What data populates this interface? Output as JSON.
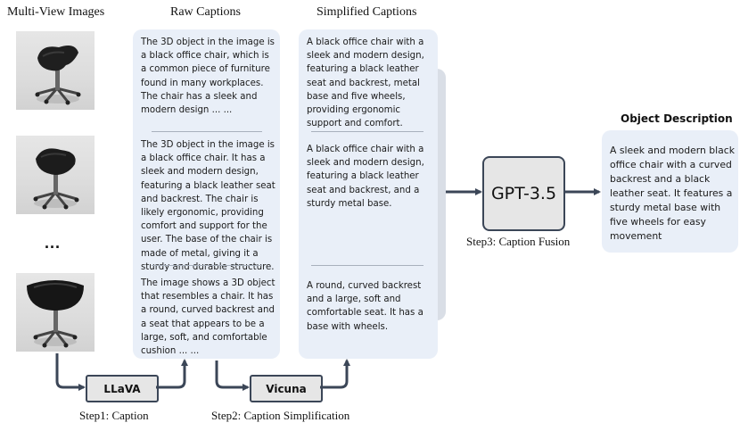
{
  "columns": {
    "images": "Multi-View Images",
    "raw": "Raw Captions",
    "simplified": "Simplified Captions"
  },
  "ellipsis": "...",
  "raw_captions": [
    "The 3D object in the image is a black office chair, which is a common piece of furniture found in many workplaces. The chair has a sleek and modern design ... ...",
    "The 3D object in the image is a black office chair. It has a sleek and modern design, featuring a black leather seat and backrest. The chair is likely ergonomic, providing comfort and support for the user. The base of the chair is made of metal, giving it a sturdy and durable structure.",
    "The image shows a 3D object that resembles a chair. It has a round, curved backrest and a seat that appears to be a large, soft, and comfortable cushion ... ..."
  ],
  "simplified_captions": [
    "A black office chair with a sleek and modern design, featuring a black leather seat and backrest, metal base and five wheels, providing ergonomic support and comfort.",
    "A black office chair with a sleek and modern design, featuring a black leather seat and backrest, and a sturdy metal base.",
    "A round, curved backrest and a large, soft and comfortable seat. It has a base with wheels."
  ],
  "models": {
    "llava": "LLaVA",
    "vicuna": "Vicuna",
    "gpt": "GPT-3.5"
  },
  "steps": {
    "step1": "Step1: Caption",
    "step2": "Step2: Caption Simplification",
    "step3": "Step3: Caption Fusion"
  },
  "object_description": {
    "title": "Object Description",
    "text": "A sleek and modern black office chair with a curved backrest and a black leather seat. It features a sturdy metal base with five wheels for easy movement"
  },
  "colors": {
    "panel": "#e9eff8",
    "shadow_panel": "#d9dee6",
    "arrow": "#3b4657",
    "box": "#e6e6e6"
  }
}
